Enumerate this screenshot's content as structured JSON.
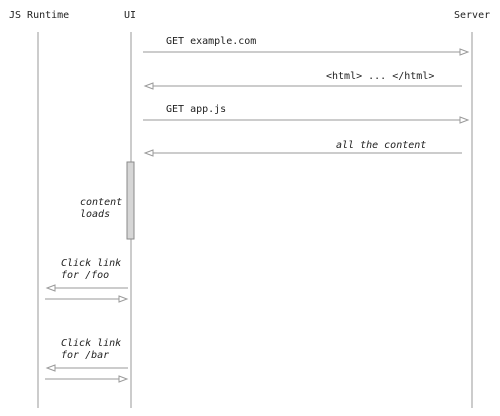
{
  "actors": [
    {
      "id": "js",
      "label": "JS Runtime"
    },
    {
      "id": "ui",
      "label": "UI"
    },
    {
      "id": "server",
      "label": "Server"
    }
  ],
  "messages": [
    {
      "from": "ui",
      "to": "server",
      "label": "GET example.com",
      "italic": false
    },
    {
      "from": "server",
      "to": "ui",
      "label": "<html> ... </html>",
      "italic": false
    },
    {
      "from": "ui",
      "to": "server",
      "label": "GET app.js",
      "italic": false
    },
    {
      "from": "server",
      "to": "ui",
      "label": "all the content",
      "italic": true
    },
    {
      "from": "ui",
      "to": "js",
      "label": "Click link\nfor /foo",
      "italic": true
    },
    {
      "from": "js",
      "to": "ui",
      "label": "",
      "italic": false
    },
    {
      "from": "ui",
      "to": "js",
      "label": "Click link\nfor /bar",
      "italic": true
    },
    {
      "from": "js",
      "to": "ui",
      "label": "",
      "italic": false
    }
  ],
  "notes": [
    {
      "actor": "ui",
      "label": "content\nloads",
      "italic": true
    }
  ],
  "colors": {
    "line": "#9a9a9a",
    "activation": "#d6d6d6",
    "text": "#222222"
  }
}
